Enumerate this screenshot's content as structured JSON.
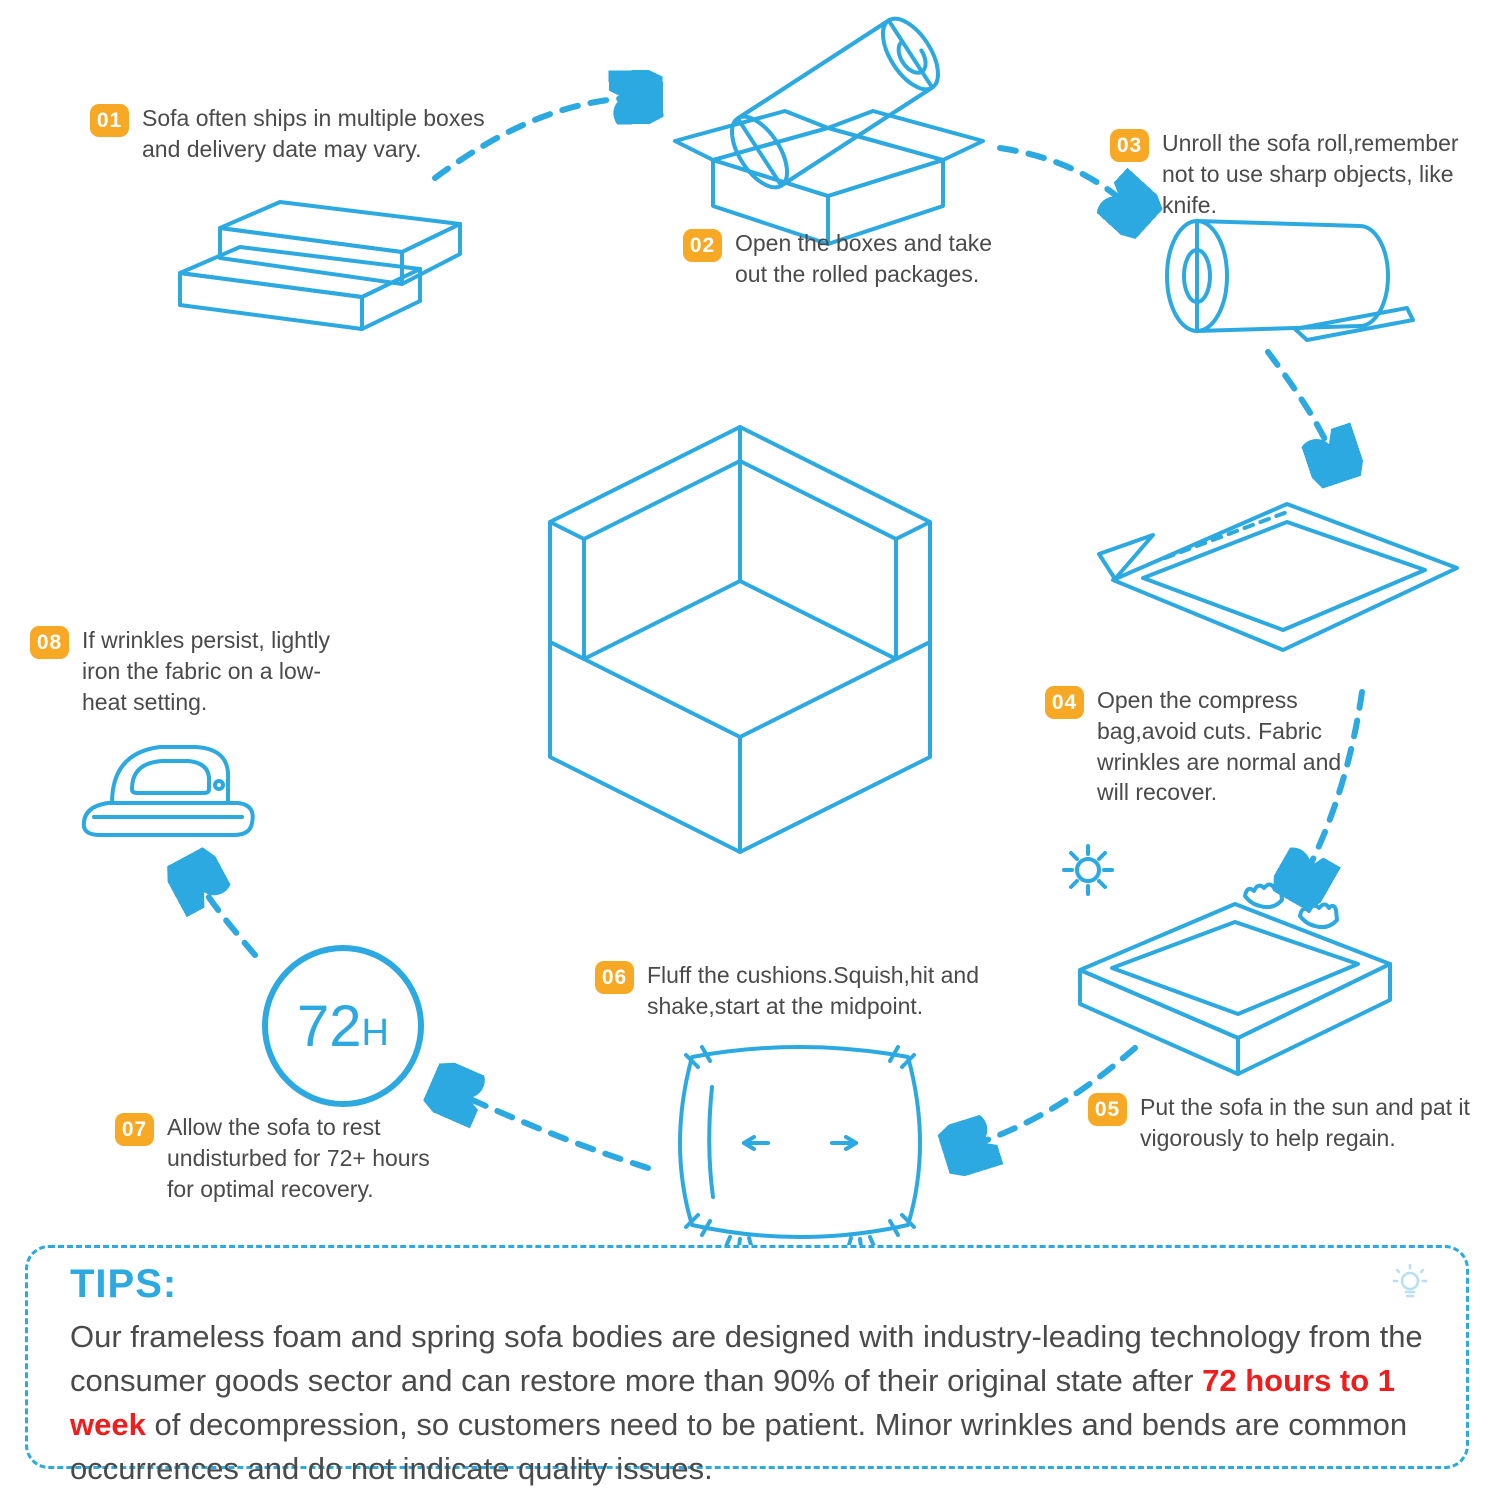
{
  "colors": {
    "accent_blue": "#2BA9E0",
    "badge_orange": "#F7A824",
    "highlight_red": "#F21C1C",
    "body_text": "#4A4A4A"
  },
  "steps": [
    {
      "num": "01",
      "text": "Sofa often ships in multiple boxes and delivery date may vary."
    },
    {
      "num": "02",
      "text": "Open the boxes and take out the rolled packages."
    },
    {
      "num": "03",
      "text": "Unroll the sofa roll,remember not to use sharp objects, like knife."
    },
    {
      "num": "04",
      "text": "Open the compress bag,avoid cuts. Fabric wrinkles are normal and will recover."
    },
    {
      "num": "05",
      "text": "Put the sofa in the sun and pat it vigorously to help regain."
    },
    {
      "num": "06",
      "text": "Fluff the cushions.Squish,hit and shake,start at the midpoint."
    },
    {
      "num": "07",
      "text": "Allow the sofa to rest undisturbed for 72+ hours for optimal recovery."
    },
    {
      "num": "08",
      "text": "If wrinkles persist, lightly iron the fabric on a low-heat setting."
    }
  ],
  "rest_badge": {
    "hours": "72",
    "unit": "H"
  },
  "tips": {
    "title": "TIPS:",
    "text_before": "Our frameless foam and spring sofa bodies are designed with industry-leading technology from the consumer goods sector and can restore more than 90% of their original state after ",
    "highlight": "72 hours to 1 week",
    "text_after": " of decompression, so customers need to be patient. Minor wrinkles and bends are common occurrences and do not indicate quality issues."
  },
  "icons": {
    "sun": "sun-icon",
    "lightbulb": "lightbulb-icon",
    "hands": "patting-hands-icon",
    "timer": "72h-rest-timer"
  }
}
